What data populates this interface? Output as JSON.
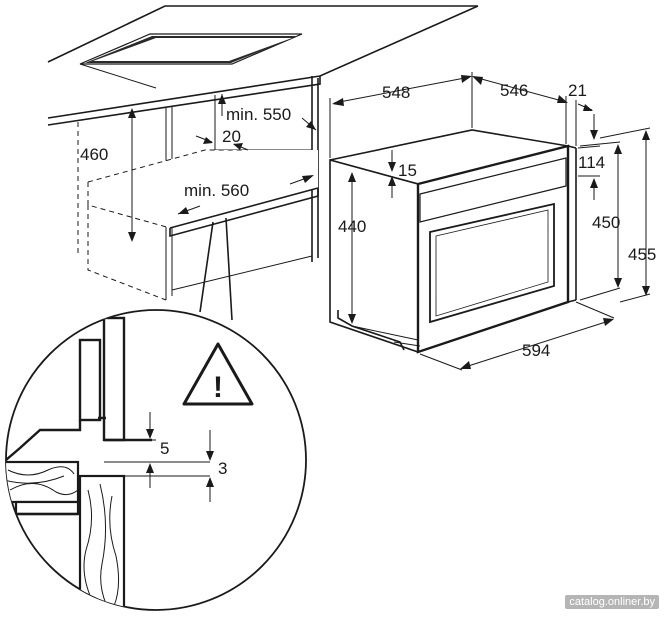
{
  "diagram": {
    "dimensions": {
      "cutout_height": "460",
      "min_depth": "min. 550",
      "gap_20": "20",
      "min_width": "min. 560",
      "depth_548": "548",
      "depth_546": "546",
      "front_21": "21",
      "top_15": "15",
      "panel_114": "114",
      "body_height_440": "440",
      "height_450": "450",
      "height_455": "455",
      "width_594": "594",
      "detail_5": "5",
      "detail_3": "3"
    },
    "warning_symbol": "!",
    "watermark": "catalog.onliner.by"
  }
}
